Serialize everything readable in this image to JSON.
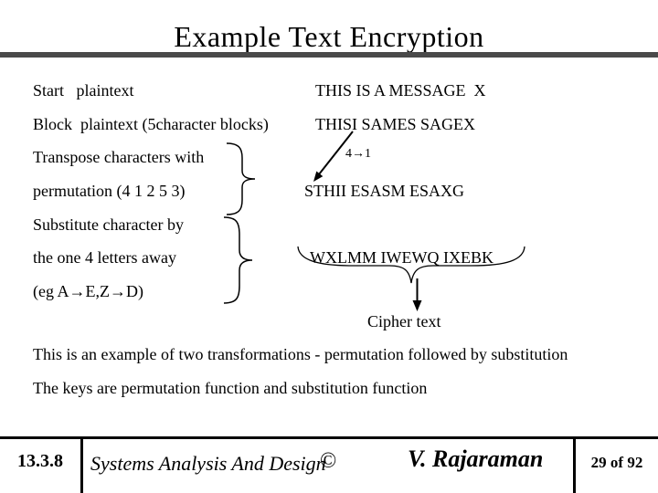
{
  "title": "Example Text Encryption",
  "steps": [
    {
      "label": "Start   plaintext",
      "result": "THIS IS A MESSAGE  X"
    },
    {
      "label": "Block  plaintext (5character blocks)",
      "result": "THISI SAMES SAGEX"
    },
    {
      "label": "Transpose characters with",
      "result": ""
    },
    {
      "label": "permutation (4 1 2 5 3)",
      "result": "STHII ESASM ESAXG"
    },
    {
      "label": "Substitute character by",
      "result": ""
    },
    {
      "label": "the one 4 letters away",
      "result": "WXLMM IWEWQ IXEBK"
    },
    {
      "label": "(eg A→E,Z→D)",
      "result": ""
    }
  ],
  "annotations": {
    "permutation_mapping": "4→1",
    "cipher_label": "Cipher text"
  },
  "notes": [
    "This is an example of two transformations - permutation followed by substitution",
    "The keys are permutation function and substitution function"
  ],
  "footer": {
    "section_number": "13.3.8",
    "course_title": "Systems Analysis And Design",
    "copyright_symbol": "©",
    "author": "V. Rajaraman",
    "page_indicator": "29 of 92"
  },
  "colors": {
    "background": "#ffffff",
    "text": "#000000",
    "title_rule": "#4a4a4a"
  }
}
